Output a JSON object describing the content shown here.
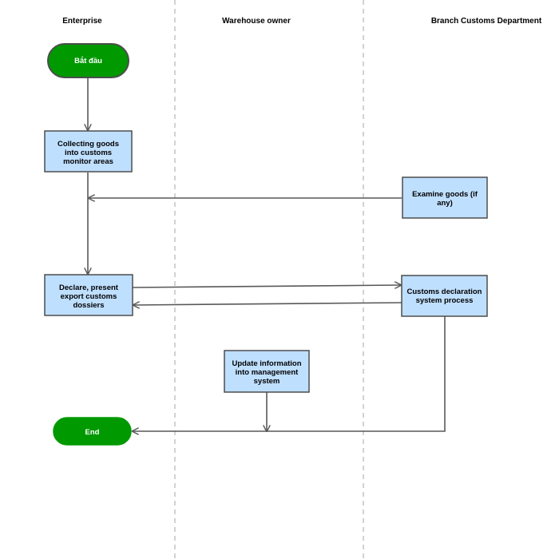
{
  "lanes": [
    {
      "id": "enterprise",
      "title": "Enterprise"
    },
    {
      "id": "warehouse",
      "title": "Warehouse owner"
    },
    {
      "id": "customs",
      "title": "Branch Customs Department"
    }
  ],
  "nodes": {
    "start": {
      "label": [
        "Bắt đầu"
      ]
    },
    "collect": {
      "label": [
        "Collecting goods",
        "into customs",
        "monitor areas"
      ]
    },
    "examine": {
      "label": [
        "Examine goods (if",
        "any)"
      ]
    },
    "declare": {
      "label": [
        "Declare, present",
        "export customs",
        "dossiers"
      ]
    },
    "process": {
      "label": [
        "Customs declaration",
        "system process"
      ]
    },
    "update": {
      "label": [
        "Update information",
        "into management",
        "system"
      ]
    },
    "end": {
      "label": [
        "End"
      ]
    }
  },
  "colors": {
    "terminal_fill": "#009900",
    "terminal_stroke": "#4d4d4d",
    "process_fill": "#bfdfff",
    "process_stroke": "#4d4d4d",
    "edge": "#595959",
    "divider": "#b3b3b3"
  }
}
